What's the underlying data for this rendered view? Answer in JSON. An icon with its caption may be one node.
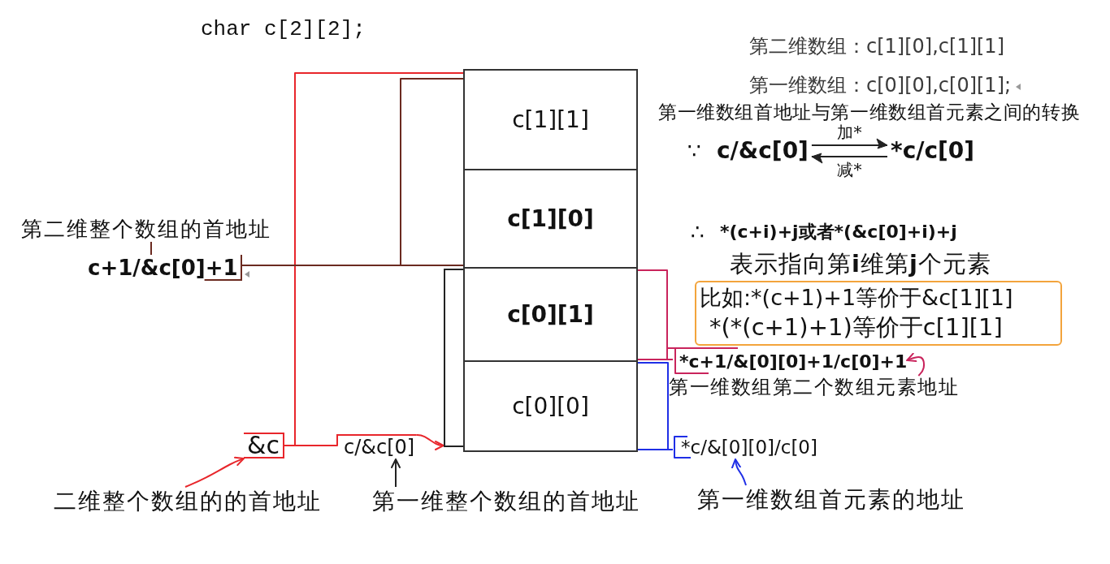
{
  "diagram": {
    "nodes": [
      {
        "text": [
          "c[1][1]"
        ]
      },
      {
        "text": [
          "c[1][0]"
        ]
      },
      {
        "text": [
          "c[0][1]"
        ]
      },
      {
        "text": [
          "c[0][0]"
        ]
      },
      {
        "text": [
          "c+1/&c[0]+1"
        ]
      },
      {
        "text": [
          "&c"
        ]
      },
      {
        "text": [
          "c/&c[0]"
        ]
      },
      {
        "text": [
          "*c+1/&[0][0]+1/c[0]+1"
        ]
      },
      {
        "text": [
          "*c/&[0][0]/c[0]"
        ]
      },
      {
        "text": [
          "比如:*(c+1)+1等价于&c[1][1]",
          "*(*(c+1)+1)等价于c[1][1]"
        ]
      },
      {
        "text": [
          "c/&c[0]"
        ]
      },
      {
        "text": [
          "*c/c[0]"
        ]
      },
      {
        "text": [
          "二维整个数组的的首地址"
        ]
      },
      {
        "text": [
          "第一维整个数组的首地址"
        ]
      },
      {
        "text": [
          "第一维数组首元素的地址"
        ]
      },
      {
        "text": [
          "第一维数组第二个数组元素地址"
        ]
      },
      {
        "text": [
          "第二维整个数组的首地址"
        ]
      },
      {
        "text": [],
        "shape": "bracket"
      }
    ],
    "edges": [
      {
        "from": 5,
        "to": 0,
        "arrow": "none",
        "color": "#e8262b"
      },
      {
        "from": 5,
        "to": 6,
        "arrow": "none",
        "color": "#e8262b"
      },
      {
        "from": 6,
        "to": 17,
        "arrow": "to",
        "color": "#e8262b"
      },
      {
        "from": 4,
        "to": 1,
        "arrow": "none",
        "color": "#6b2a20"
      },
      {
        "from": 16,
        "to": 4,
        "arrow": "none",
        "color": "#6b2a20"
      },
      {
        "from": 7,
        "to": 2,
        "arrow": "none",
        "color": "#c9245c"
      },
      {
        "from": 8,
        "to": 3,
        "arrow": "none",
        "color": "#1f2fe6"
      },
      {
        "from": 12,
        "to": 5,
        "arrow": "to",
        "color": "#e8262b"
      },
      {
        "from": 13,
        "to": 6,
        "arrow": "to",
        "color": "#222222"
      },
      {
        "from": 14,
        "to": 8,
        "arrow": "to",
        "color": "#1f2fe6"
      },
      {
        "from": 15,
        "to": 7,
        "arrow": "to",
        "color": "#c9245c"
      },
      {
        "from": 10,
        "to": 11,
        "arrow": "to",
        "label": "加*",
        "color": "#222222"
      },
      {
        "from": 11,
        "to": 10,
        "arrow": "to",
        "label": "减*",
        "color": "#222222"
      },
      {
        "from": 4,
        "to": 0,
        "arrow": "none",
        "color": "#6b2a20"
      }
    ],
    "labels": [
      "char c[2][2];",
      "第二维数组：c[1][0],c[1][1]",
      "第一维数组：c[0][0],c[0][1];",
      "第一维数组首地址与第一维数组首元素之间的转换",
      "∵",
      "∴",
      "*(c+i)+j或者*(&c[0]+i)+j",
      "表示指向第**i**维第**j**个元素"
    ]
  }
}
